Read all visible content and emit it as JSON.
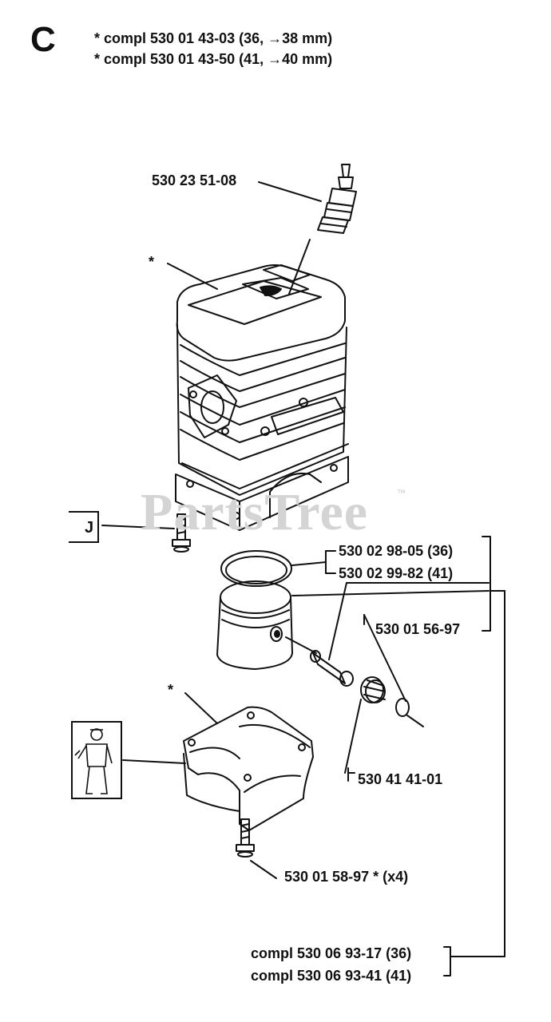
{
  "section": {
    "letter": "C",
    "header_lines": [
      "*  compl 530 01 43-03 (36, →38 mm)",
      "*  compl 530 01 43-50 (41, →40 mm)"
    ]
  },
  "watermark": {
    "text": "PartsTree",
    "trademark": "™"
  },
  "ref_box": {
    "label": "J"
  },
  "parts": {
    "spark_plug": "530 23 51-08",
    "cylinder_star": "*",
    "crankcase_star": "*",
    "ring_36": "530 02 98-05 (36)",
    "ring_41": "530 02 99-82 (41)",
    "circlip": "530 01 56-97",
    "bearing": "530 41 41-01",
    "screw": "530 01 58-97  * (x4)",
    "piston_kit_36": "compl 530 06 93-17 (36)",
    "piston_kit_41": "compl 530 06 93-41 (41)"
  }
}
